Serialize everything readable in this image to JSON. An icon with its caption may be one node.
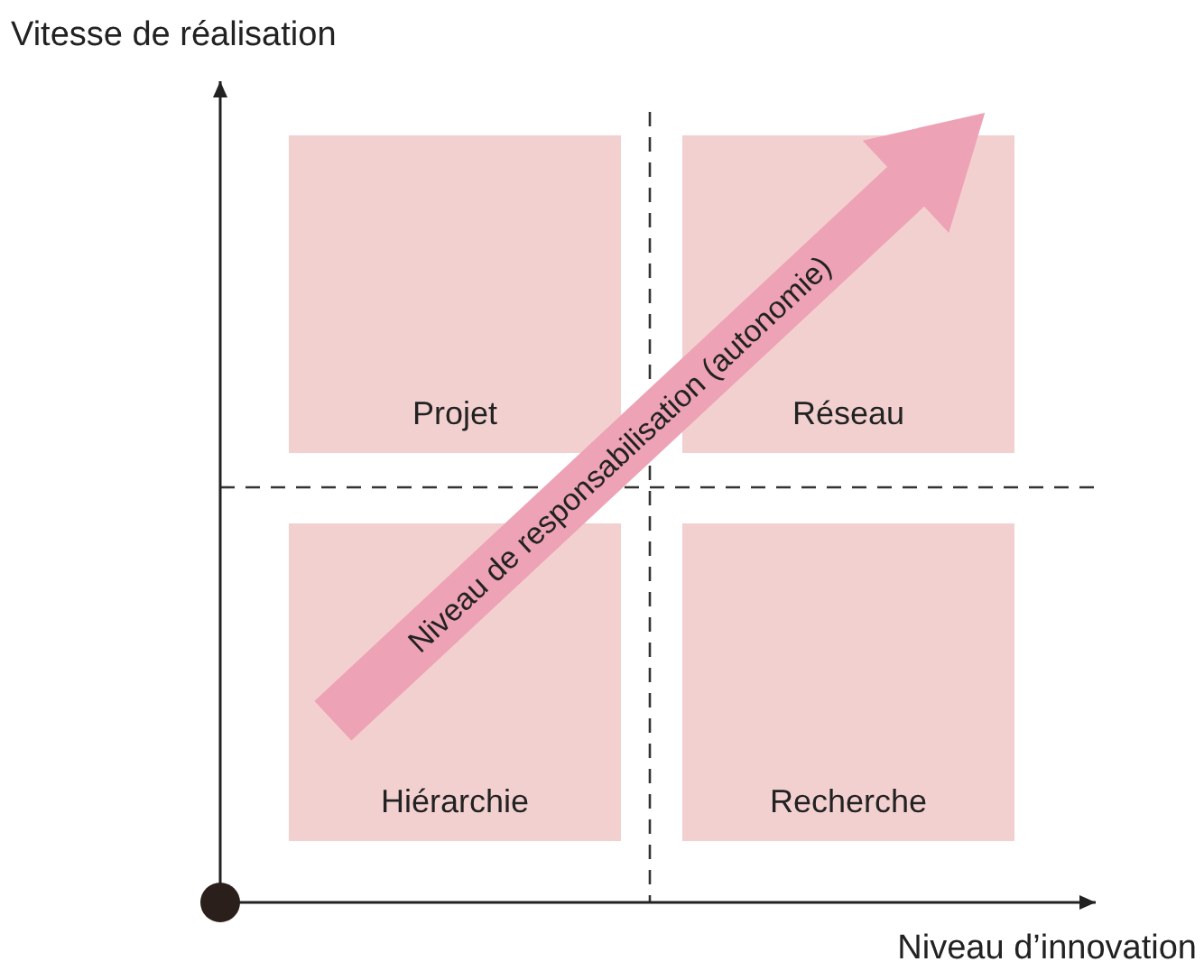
{
  "diagram": {
    "nodes": [
      {
        "text": [
          "Projet"
        ]
      },
      {
        "text": [
          "Réseau"
        ]
      },
      {
        "text": [
          "Hiérarchie"
        ]
      },
      {
        "text": [
          "Recherche"
        ]
      },
      {
        "text": [
          "Niveau de responsabilisation (autonomie)"
        ]
      }
    ],
    "labels": [
      "Vitesse de réalisation",
      "Niveau d’innovation"
    ]
  }
}
